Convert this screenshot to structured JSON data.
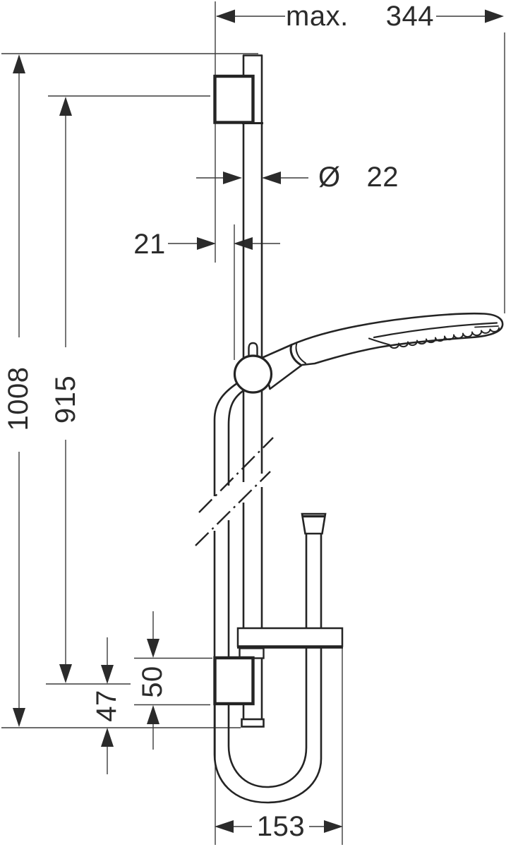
{
  "page": {
    "background": "#ffffff",
    "ink": "#2b2b2b"
  },
  "drawing": {
    "dimensions": {
      "max_width": {
        "prefix": "max.",
        "value": "344"
      },
      "rail_diameter": {
        "symbol": "Ø",
        "value": "22"
      },
      "wall_clearance": {
        "value": "21"
      },
      "overall_height": {
        "value": "1008"
      },
      "fixing_distance": {
        "value": "915"
      },
      "lower_edge_offset": {
        "value": "47"
      },
      "bracket_height": {
        "value": "50"
      },
      "hose_loop_width": {
        "value": "153"
      }
    }
  }
}
